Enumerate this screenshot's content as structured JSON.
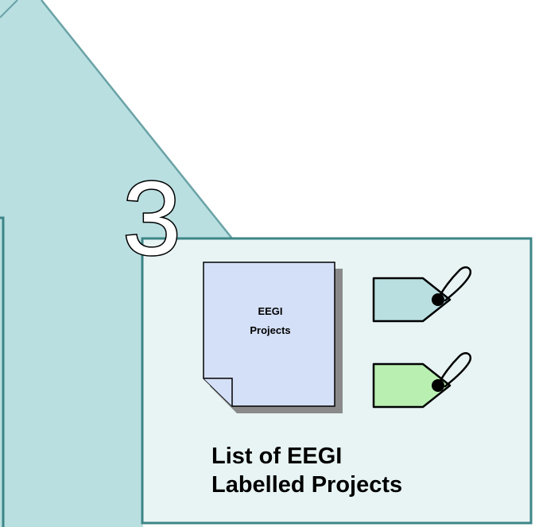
{
  "step": {
    "number": "3"
  },
  "document": {
    "title_line1": "EEGI",
    "title_line2": "Projects"
  },
  "caption": {
    "line1": "List of EEGI",
    "line2": "Labelled Projects"
  },
  "colors": {
    "background_shape": "#b9dfe1",
    "background_shape_border": "#6aa2a6",
    "panel_fill": "#e8f4f4",
    "panel_border": "#3d8587",
    "document_fill": "#d4e0f7",
    "document_shadow": "#8a8a8a",
    "tag_blue": "#b9dfe1",
    "tag_green": "#b9f0b2"
  },
  "icons": {
    "document": "document-icon",
    "tags": [
      "blue-tag-icon",
      "green-tag-icon"
    ]
  }
}
